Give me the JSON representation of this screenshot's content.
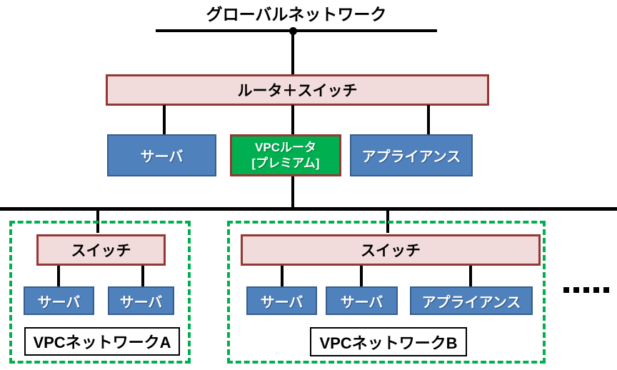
{
  "title": "グローバルネットワーク",
  "global_tier": {
    "router_switch_label": "ルータ＋スイッチ",
    "nodes": [
      {
        "label": "サーバ",
        "type": "server"
      },
      {
        "label": "VPCルータ",
        "sublabel": "[プレミアム]",
        "type": "vpc-router"
      },
      {
        "label": "アプライアンス",
        "type": "appliance"
      }
    ]
  },
  "vpc_networks": [
    {
      "name": "VPCネットワークA",
      "switch_label": "スイッチ",
      "nodes": [
        "サーバ",
        "サーバ"
      ]
    },
    {
      "name": "VPCネットワークB",
      "switch_label": "スイッチ",
      "nodes": [
        "サーバ",
        "サーバ",
        "アプライアンス"
      ]
    }
  ],
  "colors": {
    "line": "#000000",
    "pink_fill": "#F2DCDB",
    "pink_border": "#953735",
    "blue_fill": "#4F81BD",
    "blue_border": "#385D8A",
    "green_fill": "#00B050",
    "vpc_dashed_border": "#00B050"
  }
}
